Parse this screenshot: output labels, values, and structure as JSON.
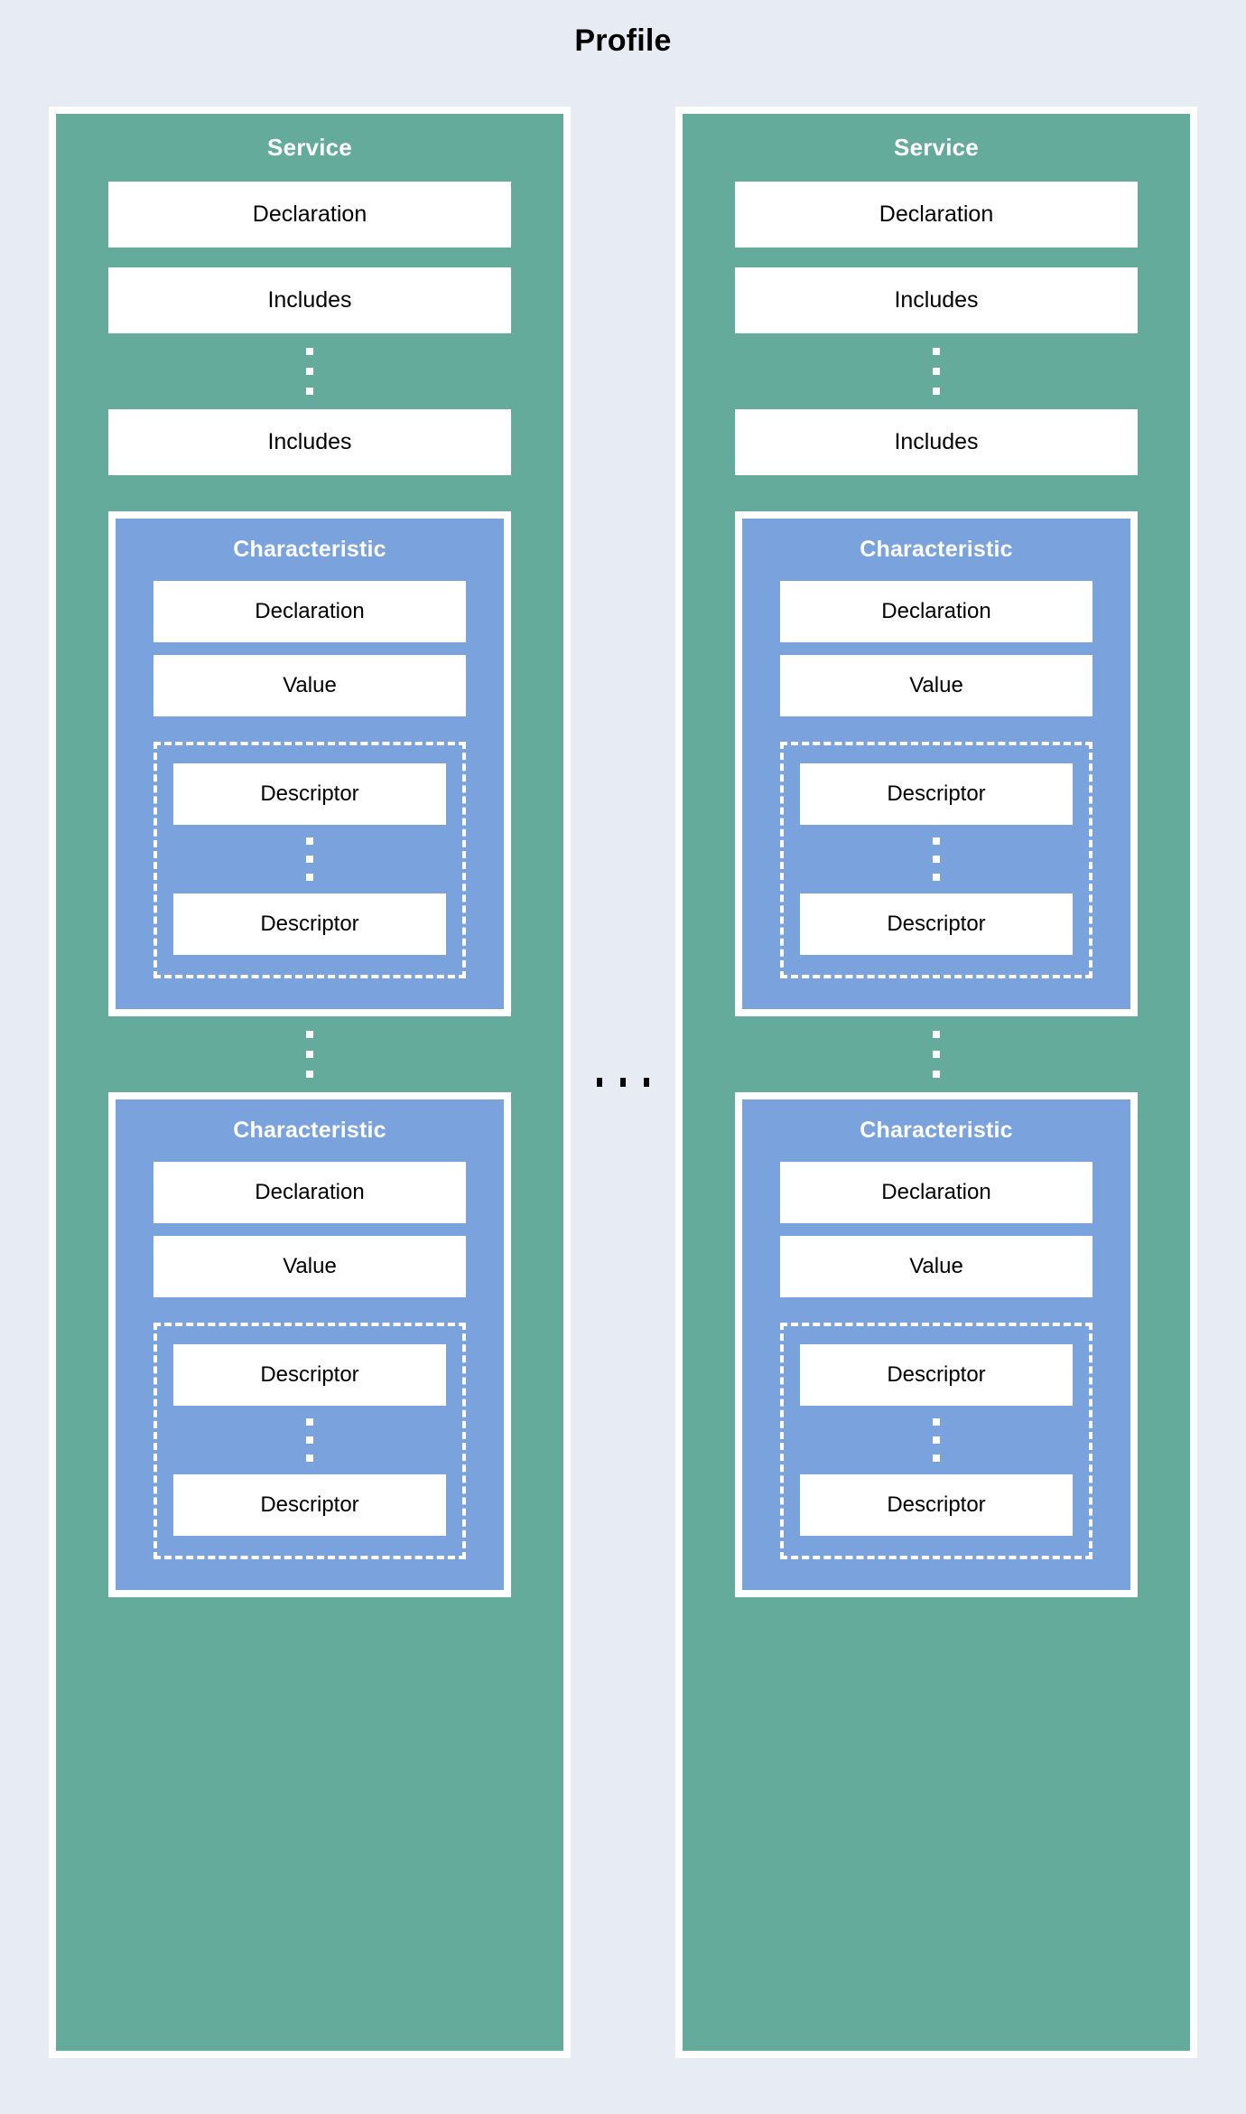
{
  "diagram": {
    "title": "Profile",
    "background_color": "#e7ecf4",
    "service_color": "#64ab9b",
    "characteristic_color": "#7aa3de",
    "leaf_color": "#ffffff",
    "between_columns_ellipsis": "...",
    "services": [
      {
        "title": "Service",
        "declaration_label": "Declaration",
        "includes_first_label": "Includes",
        "includes_ellipsis": "⋮",
        "includes_last_label": "Includes",
        "characteristics_ellipsis": "⋮",
        "characteristics": [
          {
            "title": "Characteristic",
            "declaration_label": "Declaration",
            "value_label": "Value",
            "descriptor_first_label": "Descriptor",
            "descriptor_ellipsis": "⋮",
            "descriptor_last_label": "Descriptor"
          },
          {
            "title": "Characteristic",
            "declaration_label": "Declaration",
            "value_label": "Value",
            "descriptor_first_label": "Descriptor",
            "descriptor_ellipsis": "⋮",
            "descriptor_last_label": "Descriptor"
          }
        ]
      },
      {
        "title": "Service",
        "declaration_label": "Declaration",
        "includes_first_label": "Includes",
        "includes_ellipsis": "⋮",
        "includes_last_label": "Includes",
        "characteristics_ellipsis": "⋮",
        "characteristics": [
          {
            "title": "Characteristic",
            "declaration_label": "Declaration",
            "value_label": "Value",
            "descriptor_first_label": "Descriptor",
            "descriptor_ellipsis": "⋮",
            "descriptor_last_label": "Descriptor"
          },
          {
            "title": "Characteristic",
            "declaration_label": "Declaration",
            "value_label": "Value",
            "descriptor_first_label": "Descriptor",
            "descriptor_ellipsis": "⋮",
            "descriptor_last_label": "Descriptor"
          }
        ]
      }
    ]
  }
}
